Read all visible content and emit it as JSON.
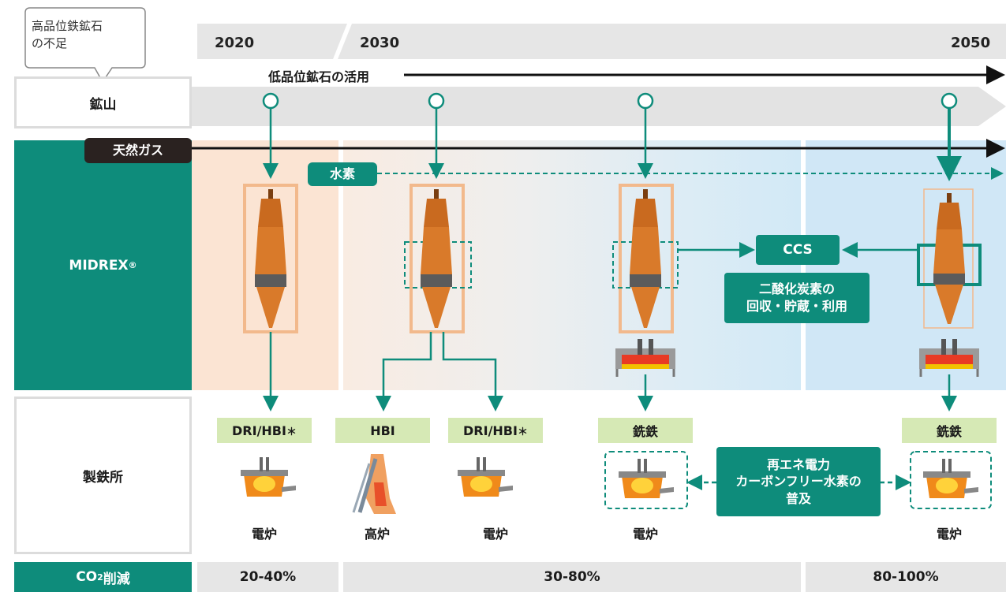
{
  "callout": {
    "text_line1": "高品位鉄鉱石",
    "text_line2": "の不足"
  },
  "years": {
    "y2020": "2020",
    "y2030": "2030",
    "y2050": "2050"
  },
  "timeline": {
    "low_grade_ore": "低品位鉱石の活用"
  },
  "rows": {
    "mine": "鉱山",
    "midrex": "MIDREX",
    "midrex_mark": "®",
    "steelworks": "製鉄所",
    "co2_prefix": "CO",
    "co2_sub": "2",
    "co2_suffix": "削減"
  },
  "tags": {
    "natural_gas": "天然ガス",
    "hydrogen": "水素",
    "ccs": "CCS",
    "ccus_line1": "二酸化炭素の",
    "ccus_line2": "回収・貯蔵・利用",
    "renew_line1": "再エネ電力",
    "renew_line2": "カーボンフリー水素の",
    "renew_line3": "普及"
  },
  "products": {
    "p1": "DRI/HBI",
    "p1_mark": "＊",
    "p2": "HBI",
    "p3": "DRI/HBI",
    "p3_mark": "＊",
    "p4": "銑鉄",
    "p5": "銑鉄"
  },
  "furnaces": {
    "f1": "電炉",
    "f2": "高炉",
    "f3": "電炉",
    "f4": "電炉",
    "f5": "電炉"
  },
  "reduction": {
    "r1": "20-40%",
    "r2": "30-80%",
    "r3": "80-100%"
  },
  "colors": {
    "teal": "#0e8c7b",
    "peach": "#fbe4d3",
    "light_blue": "#d5ebf7",
    "product_green": "#d6e9b5",
    "frame_orange": "#f2b98c",
    "dark": "#222222"
  }
}
